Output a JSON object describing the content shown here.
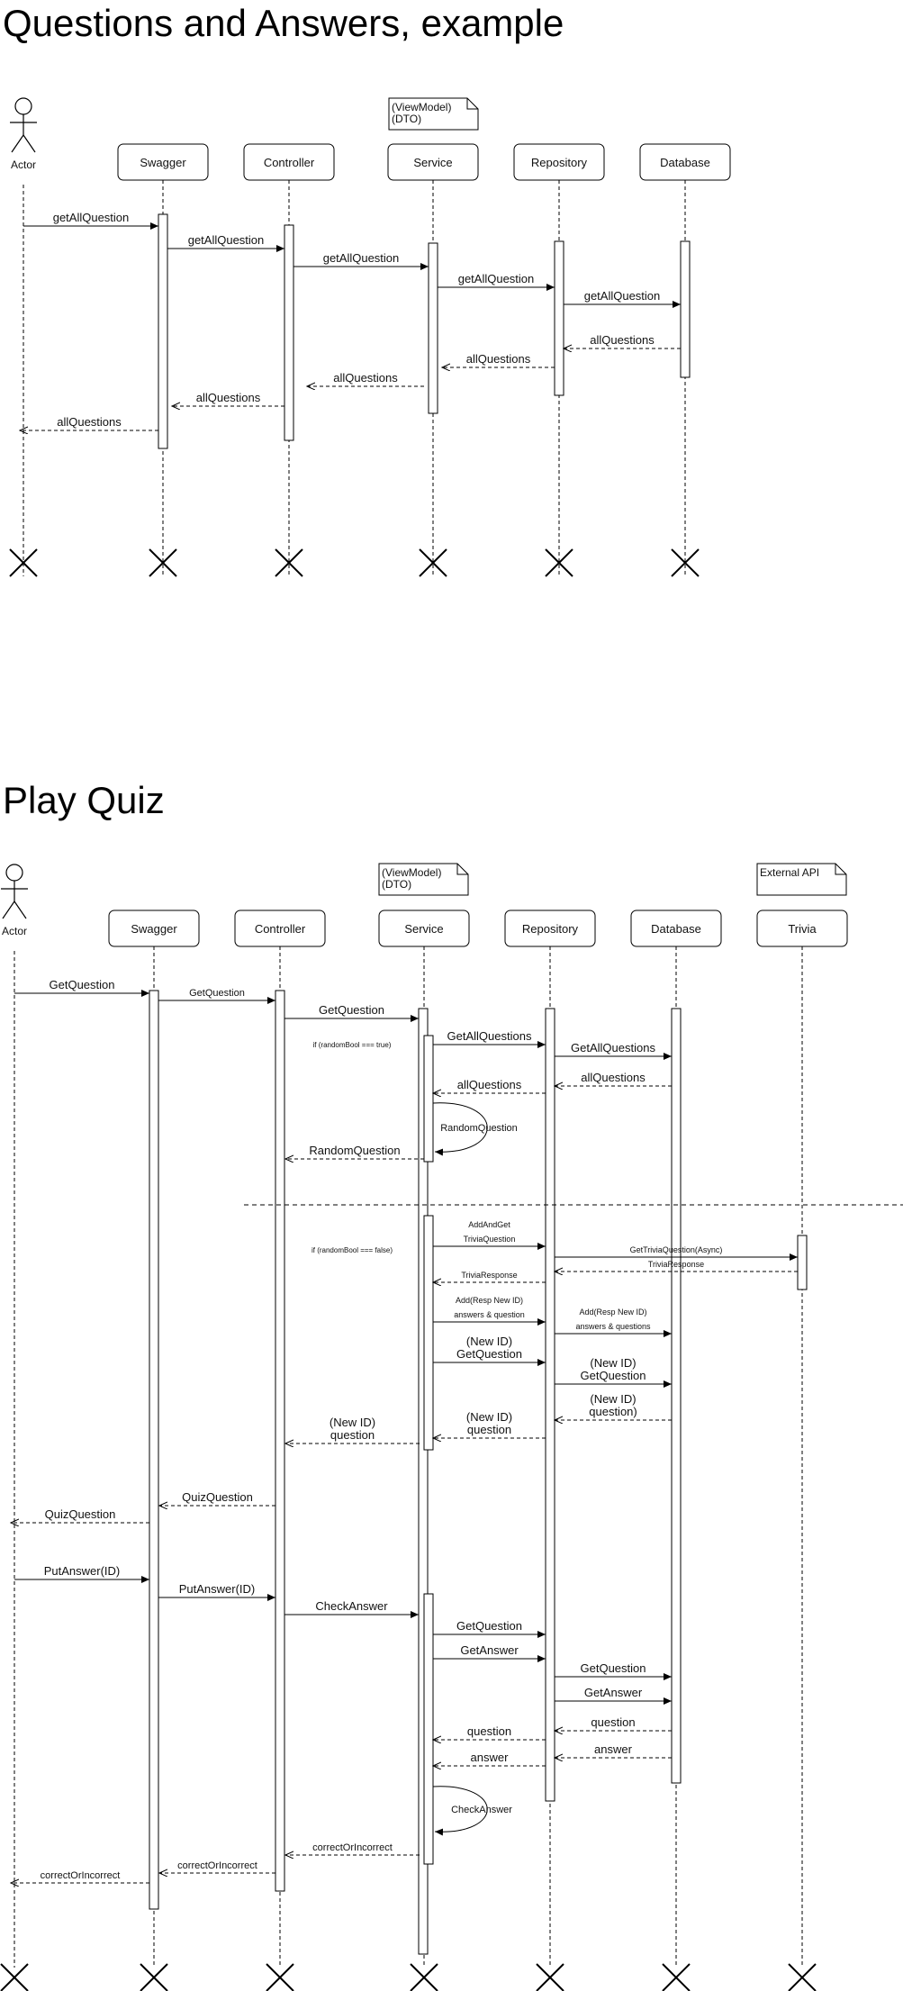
{
  "section1": {
    "title": "Questions and Answers, example",
    "actor_label": "Actor",
    "participants": [
      "Swagger",
      "Controller",
      "Service",
      "Repository",
      "Database"
    ],
    "note_lines": [
      "(ViewModel)",
      "(DTO)"
    ],
    "messages": [
      {
        "from": "Actor",
        "to": "Swagger",
        "label": [
          "getAllQuestion"
        ],
        "kind": "call"
      },
      {
        "from": "Swagger",
        "to": "Controller",
        "label": [
          "getAllQuestion"
        ],
        "kind": "call"
      },
      {
        "from": "Controller",
        "to": "Service",
        "label": [
          "getAllQuestion"
        ],
        "kind": "call"
      },
      {
        "from": "Service",
        "to": "Repository",
        "label": [
          "getAllQuestion"
        ],
        "kind": "call"
      },
      {
        "from": "Repository",
        "to": "Database",
        "label": [
          "getAllQuestion"
        ],
        "kind": "call"
      },
      {
        "from": "Database",
        "to": "Repository",
        "label": [
          "allQuestions"
        ],
        "kind": "return"
      },
      {
        "from": "Repository",
        "to": "Service",
        "label": [
          "allQuestions"
        ],
        "kind": "return"
      },
      {
        "from": "Service",
        "to": "Controller",
        "label": [
          "allQuestions"
        ],
        "kind": "return"
      },
      {
        "from": "Controller",
        "to": "Swagger",
        "label": [
          "allQuestions"
        ],
        "kind": "return"
      },
      {
        "from": "Swagger",
        "to": "Actor",
        "label": [
          "allQuestions"
        ],
        "kind": "return"
      }
    ]
  },
  "section2": {
    "title": "Play Quiz",
    "actor_label": "Actor",
    "participants": [
      "Swagger",
      "Controller",
      "Service",
      "Repository",
      "Database",
      "Trivia"
    ],
    "notes": [
      {
        "over": "Service",
        "lines": [
          "(ViewModel)",
          "(DTO)"
        ]
      },
      {
        "over": "Trivia",
        "lines": [
          "External API"
        ]
      }
    ],
    "guard_true": "if (randomBool === true)",
    "guard_false": "if (randomBool === false)",
    "messages": [
      {
        "from": "Actor",
        "to": "Swagger",
        "label": [
          "GetQuestion"
        ],
        "kind": "call"
      },
      {
        "from": "Swagger",
        "to": "Controller",
        "label": [
          "GetQuestion"
        ],
        "kind": "call"
      },
      {
        "from": "Controller",
        "to": "Service",
        "label": [
          "GetQuestion"
        ],
        "kind": "call"
      },
      {
        "from": "Service",
        "to": "Repository",
        "label": [
          "GetAllQuestions"
        ],
        "kind": "call"
      },
      {
        "from": "Repository",
        "to": "Database",
        "label": [
          "GetAllQuestions"
        ],
        "kind": "call"
      },
      {
        "from": "Database",
        "to": "Repository",
        "label": [
          "allQuestions"
        ],
        "kind": "return"
      },
      {
        "from": "Repository",
        "to": "Service",
        "label": [
          "allQuestions"
        ],
        "kind": "return"
      },
      {
        "from": "Service",
        "to": "Service",
        "label": [
          "RandomQuestion"
        ],
        "kind": "self"
      },
      {
        "from": "Service",
        "to": "Controller",
        "label": [
          "RandomQuestion"
        ],
        "kind": "return"
      },
      {
        "from": "Service",
        "to": "Repository",
        "label": [
          "AddAndGet",
          "TriviaQuestion"
        ],
        "kind": "call"
      },
      {
        "from": "Repository",
        "to": "Trivia",
        "label": [
          "GetTriviaQuestion(Async)"
        ],
        "kind": "call"
      },
      {
        "from": "Trivia",
        "to": "Repository",
        "label": [
          "TriviaResponse"
        ],
        "kind": "return"
      },
      {
        "from": "Repository",
        "to": "Service",
        "label": [
          "TriviaResponse"
        ],
        "kind": "return"
      },
      {
        "from": "Service",
        "to": "Repository",
        "label": [
          "Add(Resp New ID)",
          "answers & question"
        ],
        "kind": "call"
      },
      {
        "from": "Repository",
        "to": "Database",
        "label": [
          "Add(Resp New ID)",
          "answers & questions"
        ],
        "kind": "call"
      },
      {
        "from": "Service",
        "to": "Repository",
        "label": [
          "(New ID)",
          "GetQuestion"
        ],
        "kind": "call"
      },
      {
        "from": "Repository",
        "to": "Database",
        "label": [
          "(New ID)",
          "GetQuestion"
        ],
        "kind": "call"
      },
      {
        "from": "Database",
        "to": "Repository",
        "label": [
          "(New ID)",
          "question)"
        ],
        "kind": "return"
      },
      {
        "from": "Repository",
        "to": "Service",
        "label": [
          "(New ID)",
          "question"
        ],
        "kind": "return"
      },
      {
        "from": "Service",
        "to": "Controller",
        "label": [
          "(New ID)",
          "question"
        ],
        "kind": "return"
      },
      {
        "from": "Controller",
        "to": "Swagger",
        "label": [
          "QuizQuestion"
        ],
        "kind": "return"
      },
      {
        "from": "Swagger",
        "to": "Actor",
        "label": [
          "QuizQuestion"
        ],
        "kind": "return"
      },
      {
        "from": "Actor",
        "to": "Swagger",
        "label": [
          "PutAnswer(ID)"
        ],
        "kind": "call"
      },
      {
        "from": "Swagger",
        "to": "Controller",
        "label": [
          "PutAnswer(ID)"
        ],
        "kind": "call"
      },
      {
        "from": "Controller",
        "to": "Service",
        "label": [
          "CheckAnswer"
        ],
        "kind": "call"
      },
      {
        "from": "Service",
        "to": "Repository",
        "label": [
          "GetQuestion"
        ],
        "kind": "call"
      },
      {
        "from": "Service",
        "to": "Repository",
        "label": [
          "GetAnswer"
        ],
        "kind": "call"
      },
      {
        "from": "Repository",
        "to": "Database",
        "label": [
          "GetQuestion"
        ],
        "kind": "call"
      },
      {
        "from": "Repository",
        "to": "Database",
        "label": [
          "GetAnswer"
        ],
        "kind": "call"
      },
      {
        "from": "Database",
        "to": "Repository",
        "label": [
          "question"
        ],
        "kind": "return"
      },
      {
        "from": "Database",
        "to": "Repository",
        "label": [
          "answer"
        ],
        "kind": "return"
      },
      {
        "from": "Repository",
        "to": "Service",
        "label": [
          "question"
        ],
        "kind": "return"
      },
      {
        "from": "Repository",
        "to": "Service",
        "label": [
          "answer"
        ],
        "kind": "return"
      },
      {
        "from": "Service",
        "to": "Service",
        "label": [
          "CheckAnswer"
        ],
        "kind": "self"
      },
      {
        "from": "Service",
        "to": "Controller",
        "label": [
          "correctOrIncorrect"
        ],
        "kind": "return"
      },
      {
        "from": "Controller",
        "to": "Swagger",
        "label": [
          "correctOrIncorrect"
        ],
        "kind": "return"
      },
      {
        "from": "Swagger",
        "to": "Actor",
        "label": [
          "correctOrIncorrect"
        ],
        "kind": "return"
      }
    ]
  }
}
